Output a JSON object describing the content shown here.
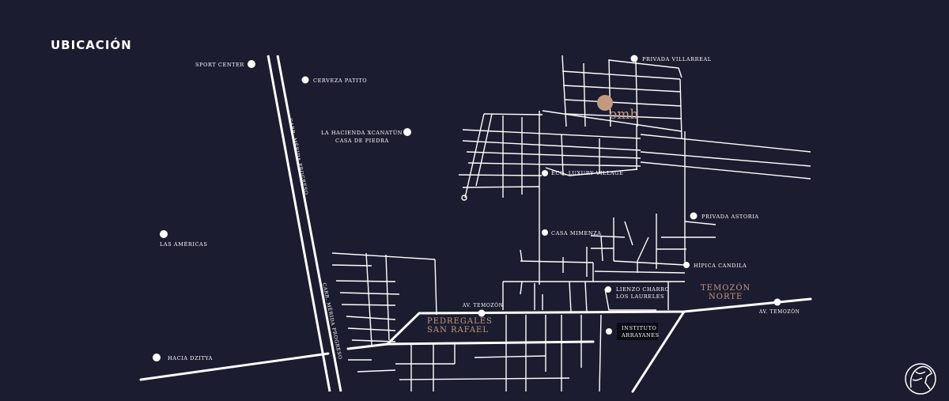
{
  "title": "UBICACIÓN",
  "brand": {
    "name": "omh",
    "color": "#c29a80"
  },
  "colors": {
    "background": "#1c1c30",
    "roads": "#ffffff",
    "accent": "#c29a80"
  },
  "places": [
    {
      "id": "sport-center",
      "label": "SPORT CENTER"
    },
    {
      "id": "cerveza-patito",
      "label": "CERVEZA PATITO"
    },
    {
      "id": "hacienda-1",
      "label": "LA HACIENDA XCANATÚN"
    },
    {
      "id": "hacienda-2",
      "label": "CASA DE PIEDRA"
    },
    {
      "id": "las-americas",
      "label": "LAS AMÉRICAS"
    },
    {
      "id": "hacia-dzitya",
      "label": "HACIA DZITYA"
    },
    {
      "id": "privada-villarreal",
      "label": "PRIVADA VILLARREAL"
    },
    {
      "id": "eco-luxury",
      "label": "ECO, LUXURY VILLAGE"
    },
    {
      "id": "privada-astoria",
      "label": "PRIVADA ASTORIA"
    },
    {
      "id": "casa-mimenza",
      "label": "CASA MIMENZA"
    },
    {
      "id": "hipica-candila",
      "label": "HÍPICA CANDILA"
    },
    {
      "id": "lienzo-1",
      "label": "LIENZO CHARRO"
    },
    {
      "id": "lienzo-2",
      "label": "LOS LAURELES"
    },
    {
      "id": "instituto-1",
      "label": "INSTITUTO"
    },
    {
      "id": "instituto-2",
      "label": "ARRAYANES"
    }
  ],
  "areas": [
    {
      "id": "pedregales-1",
      "label": "PEDREGALES"
    },
    {
      "id": "pedregales-2",
      "label": "SAN RAFAEL"
    },
    {
      "id": "temozon-1",
      "label": "TEMOZÓN"
    },
    {
      "id": "temozon-2",
      "label": "NORTE"
    }
  ],
  "roads": [
    {
      "id": "carr-progreso-top",
      "label": "CARR. MÉRIDA PROGRESO"
    },
    {
      "id": "carr-progreso-bottom",
      "label": "CARR. MÉRIDA PROGRESO"
    },
    {
      "id": "av-temozon-left",
      "label": "AV. TEMOZÓN"
    },
    {
      "id": "av-temozon-right",
      "label": "AV. TEMOZÓN"
    }
  ],
  "icons": {
    "logo": "horse-head-icon"
  }
}
